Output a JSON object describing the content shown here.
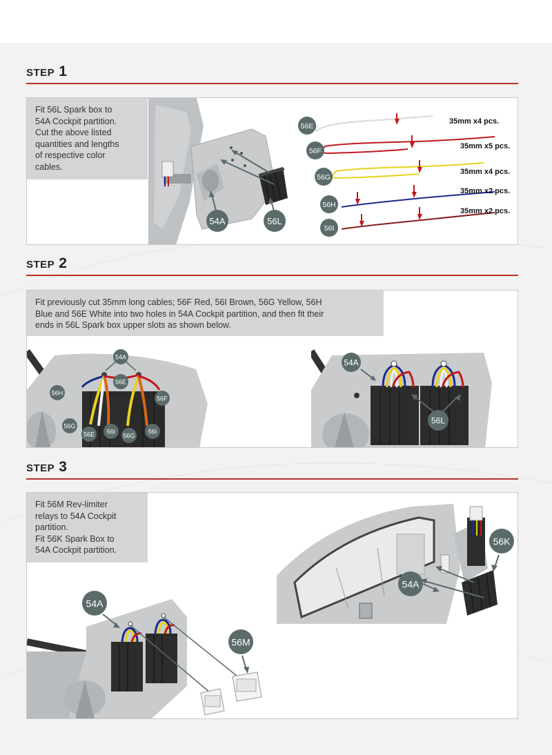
{
  "steps": [
    {
      "word": "step",
      "number": "1",
      "instruction": "Fit 56L Spark box to\n54A Cockpit partition.\nCut the above listed\nquantities and lengths\nof respective color\ncables.",
      "callouts": [
        "54A",
        "56L"
      ],
      "cables": [
        {
          "code": "56E",
          "quantity": "35mm x4 pcs.",
          "color": "#d8d8d8"
        },
        {
          "code": "56F",
          "quantity": "35mm x5 pcs.",
          "color": "#c0181e"
        },
        {
          "code": "56G",
          "quantity": "35mm x4 pcs.",
          "color": "#e8d21c"
        },
        {
          "code": "56H",
          "quantity": "35mm x2 pcs.",
          "color": "#1c2a8a"
        },
        {
          "code": "56I",
          "quantity": "35mm x2 pcs.",
          "color": "#8a1c1c"
        }
      ]
    },
    {
      "word": "step",
      "number": "2",
      "instruction": "Fit previously cut 35mm long cables; 56F Red, 56I Brown, 56G Yellow, 56H\nBlue and 56E White into two holes in 54A Cockpit partition, and then fit their\nends in 56L Spark box upper slots as shown below.",
      "left_callouts": [
        "54A",
        "56E",
        "56H",
        "56F",
        "56G",
        "56E",
        "56I",
        "56G",
        "56I"
      ],
      "right_callouts": [
        "54A",
        "56L"
      ]
    },
    {
      "word": "step",
      "number": "3",
      "instruction": "Fit 56M Rev-limiter\nrelays to 54A Cockpit\npartition.\nFit 56K Spark Box to\n54A Cockpit partition.",
      "left_callouts": [
        "54A",
        "56M"
      ],
      "right_callouts": [
        "56K",
        "54A"
      ]
    }
  ],
  "colors": {
    "accent_rule": "#b5302a",
    "callout": "#5a6b6a",
    "note_bg": "#d5d5d8",
    "arrow_red": "#c0181e"
  }
}
